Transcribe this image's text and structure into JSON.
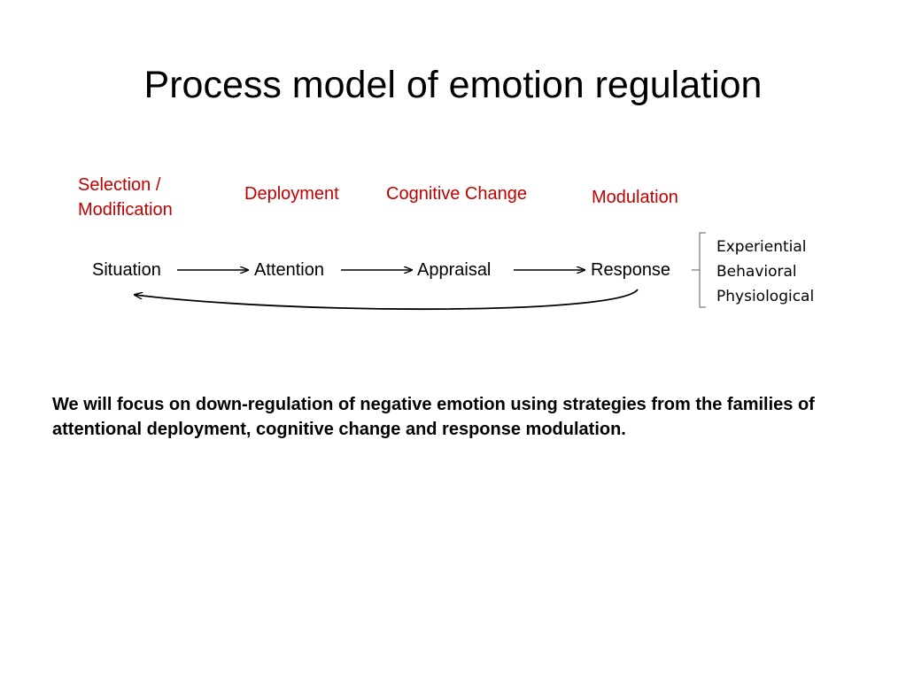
{
  "title": "Process model of emotion regulation",
  "families": {
    "selection_line1": "Selection /",
    "selection_line2": "Modification",
    "deployment": "Deployment",
    "cognitive_change": "Cognitive Change",
    "modulation": "Modulation"
  },
  "stages": {
    "situation": "Situation",
    "attention": "Attention",
    "appraisal": "Appraisal",
    "response": "Response"
  },
  "response_types": [
    "Experiential",
    "Behavioral",
    "Physiological"
  ],
  "focus_text": "We will focus on down-regulation of negative emotion using strategies from the families of attentional deployment, cognitive change and response modulation.",
  "colors": {
    "family_label": "#c00000",
    "text": "#000000",
    "arrow": "#000000",
    "bracket": "#7f7f7f"
  }
}
